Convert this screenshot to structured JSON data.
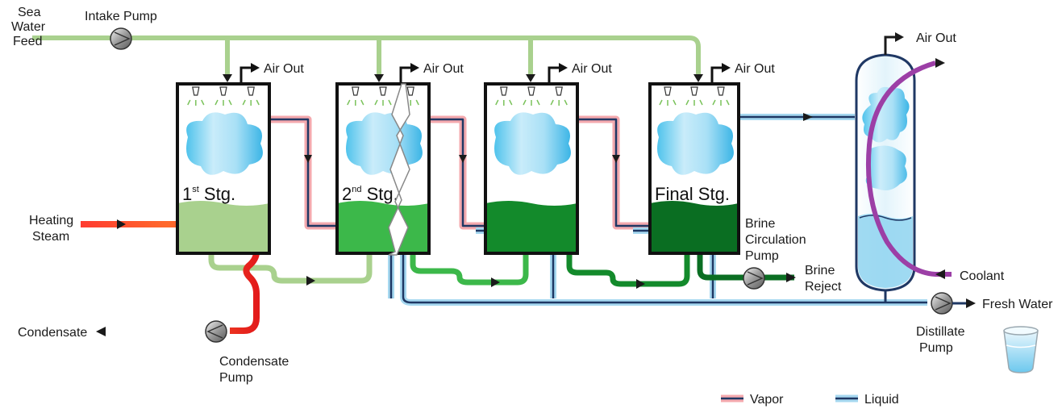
{
  "labels": {
    "sea_water_feed": [
      "Sea",
      "Water",
      "Feed"
    ],
    "intake_pump": "Intake Pump",
    "air_out": "Air Out",
    "heating_steam": [
      "Heating",
      "Steam"
    ],
    "condensate": "Condensate",
    "condensate_pump": [
      "Condensate",
      "Pump"
    ],
    "brine_circulation_pump": [
      "Brine",
      "Circulation",
      "Pump"
    ],
    "brine_reject": [
      "Brine",
      "Reject"
    ],
    "coolant": "Coolant",
    "fresh_water": "Fresh Water",
    "distillate_pump": [
      "Distillate",
      "Pump"
    ]
  },
  "stages": [
    {
      "number": "1",
      "suffix": "st",
      "word": "Stg."
    },
    {
      "number": "2",
      "suffix": "nd",
      "word": "Stg."
    },
    {
      "number": "",
      "suffix": "",
      "word": ""
    },
    {
      "number": "",
      "suffix": "",
      "word": "Final Stg."
    }
  ],
  "legend": {
    "vapor": "Vapor",
    "liquid": "Liquid"
  },
  "colors": {
    "sea_water": "#a9d18e",
    "vapor_outer": "#f4a9ae",
    "liquid_outer": "#a6d8f0",
    "line_core": "#1f3864",
    "heating": "#e53935",
    "brine1": "#a9d18e",
    "brine2": "#3cb84a",
    "brine3": "#138a2b",
    "brine_dark": "#0a6e22",
    "coolant": "#9c3fa6",
    "cloud": "#8fd3f0"
  }
}
